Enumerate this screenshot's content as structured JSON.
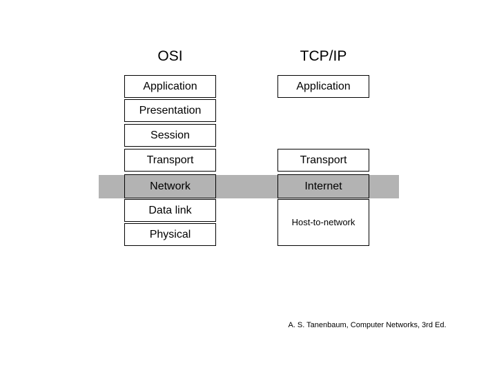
{
  "diagram": {
    "columns": [
      {
        "id": "osi",
        "title": "OSI",
        "layers": [
          {
            "label": "Application",
            "shaded": false
          },
          {
            "label": "Presentation",
            "shaded": false
          },
          {
            "label": "Session",
            "shaded": false
          },
          {
            "label": "Transport",
            "shaded": false
          },
          {
            "label": "Network",
            "shaded": true
          },
          {
            "label": "Data link",
            "shaded": false
          },
          {
            "label": "Physical",
            "shaded": false
          }
        ]
      },
      {
        "id": "tcpip",
        "title": "TCP/IP",
        "layers": [
          {
            "label": "Application",
            "shaded": false
          },
          {
            "label": "Transport",
            "shaded": false
          },
          {
            "label": "Internet",
            "shaded": true
          },
          {
            "label": "Host-to-network",
            "shaded": false
          }
        ]
      }
    ],
    "highlight_color": "#b3b3b3",
    "box_border_color": "#000000",
    "background_color": "#ffffff"
  },
  "attribution": {
    "text": "A. S. Tanenbaum, Computer Networks, 3rd Ed."
  }
}
